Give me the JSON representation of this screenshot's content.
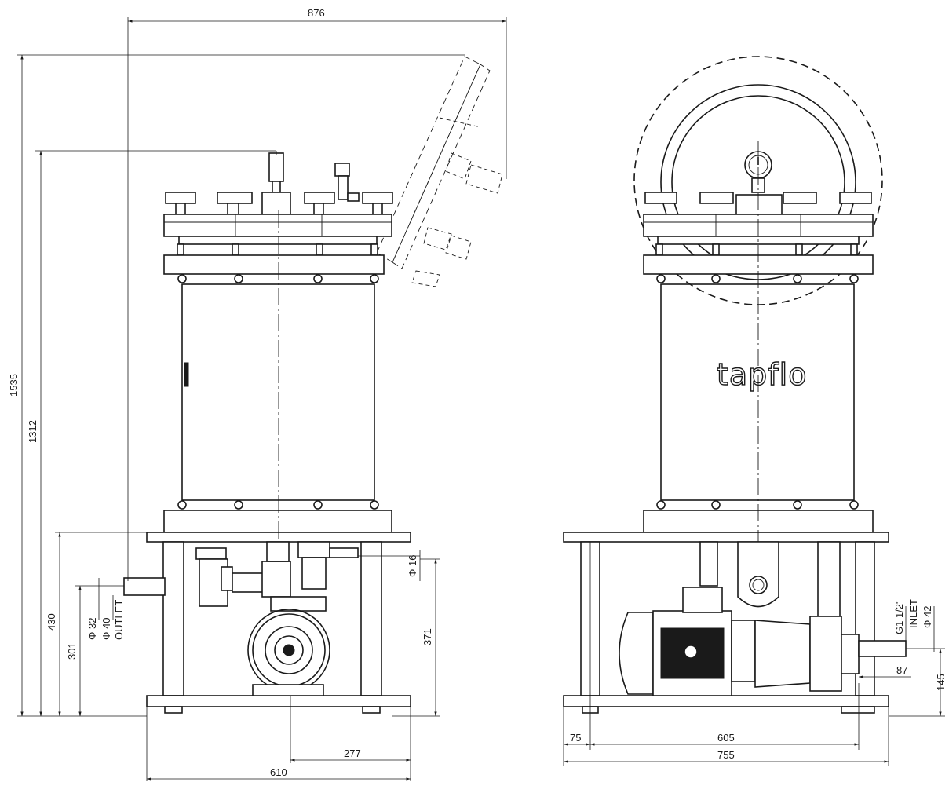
{
  "dimensions": {
    "overall_width_open": "876",
    "height_open": "1535",
    "height_closed": "1312",
    "base_height": "430",
    "outlet_height": "301",
    "pump_height": "371",
    "front_width": "610",
    "pump_offset": "277",
    "side_width": "755",
    "side_inner": "605",
    "side_left": "75",
    "inlet_offset": "87",
    "inlet_height": "145"
  },
  "labels": {
    "outlet_d32": "Φ 32",
    "outlet_d40": "Φ 40",
    "outlet": "OUTLET",
    "drain_d16": "Φ 16",
    "inlet_thread": "G1 1/2\"",
    "inlet": "INLET",
    "inlet_d42": "Φ 42"
  },
  "logo_text": "tapflo"
}
